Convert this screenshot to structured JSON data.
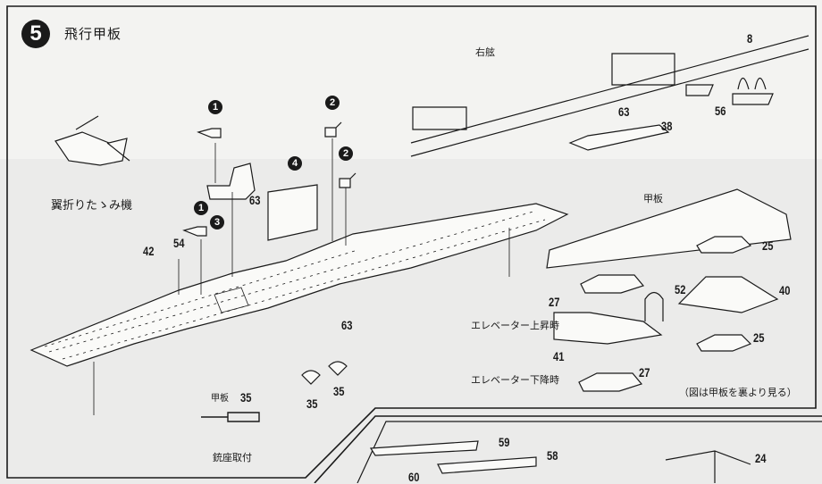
{
  "step": {
    "number": "5",
    "title": "飛行甲板"
  },
  "notes": {
    "folded_wing_aircraft": "翼折りたゝみ機",
    "starboard": "右舷",
    "deck": "甲板",
    "elevator_raised": "エレベーター上昇時",
    "elevator_lowered": "エレベーター下降時",
    "view_note": "（図は甲板を裏より見る）",
    "mount_deck": "甲板",
    "gun_mount_attach": "銃座取付"
  },
  "sub_assemblies": [
    "1",
    "1",
    "2",
    "2",
    "3",
    "4"
  ],
  "part_numbers": {
    "p8": "8",
    "p56": "56",
    "p63a": "63",
    "p38": "38",
    "p63b": "63",
    "p42": "42",
    "p54": "54",
    "p63c": "63",
    "p35a": "35",
    "p35b": "35",
    "p35c": "35",
    "p25a": "25",
    "p40": "40",
    "p52": "52",
    "p27a": "27",
    "p41": "41",
    "p25b": "25",
    "p27b": "27",
    "p60": "60",
    "p59": "59",
    "p58": "58",
    "p24": "24"
  }
}
